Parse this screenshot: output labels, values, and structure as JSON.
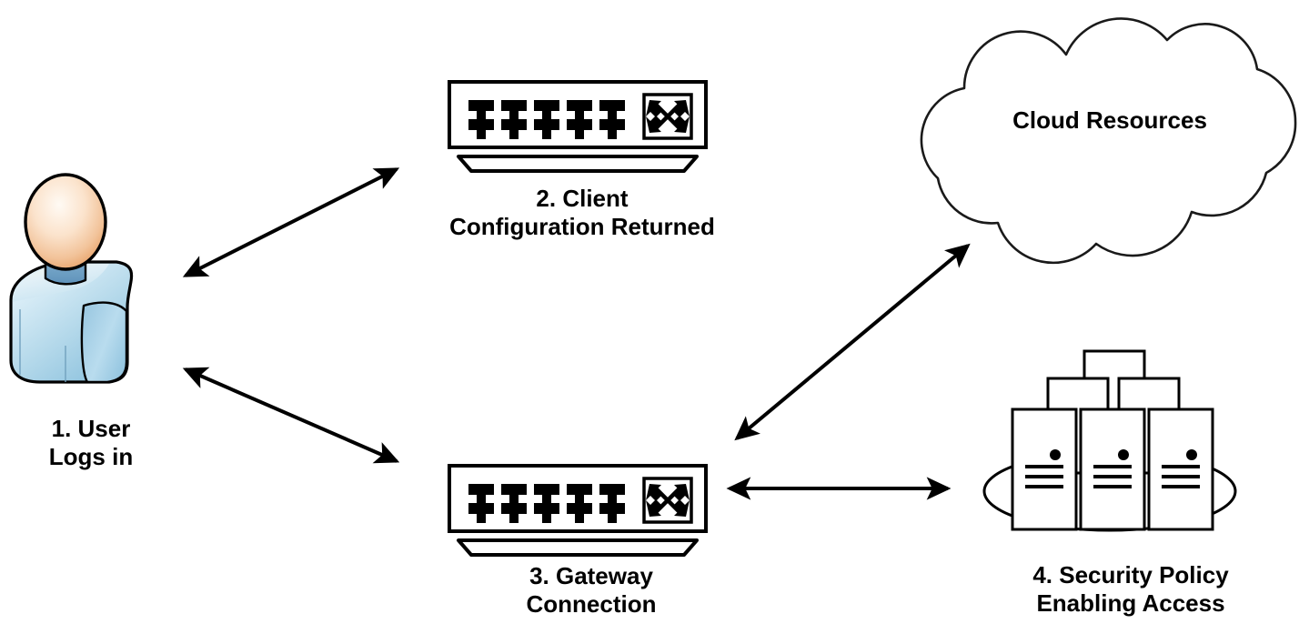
{
  "diagram": {
    "title": "Secure remote access flow diagram",
    "background_color": "#ffffff",
    "stroke_color": "#000000",
    "nodes": [
      {
        "id": "user",
        "icon": "user-person-icon",
        "label": "1. User\nLogs in",
        "label_line_1": "1. User",
        "label_line_2": "Logs in"
      },
      {
        "id": "client-switch",
        "icon": "network-switch-icon",
        "label": "2. Client\nConfiguration Returned",
        "label_line_1": "2. Client",
        "label_line_2": "Configuration Returned"
      },
      {
        "id": "gateway-switch",
        "icon": "network-switch-icon",
        "label": "3. Gateway\nConnection",
        "label_line_1": "3. Gateway",
        "label_line_2": "Connection"
      },
      {
        "id": "cloud",
        "icon": "cloud-icon",
        "label": "Cloud Resources"
      },
      {
        "id": "servers",
        "icon": "server-stack-icon",
        "label": "4. Security Policy\nEnabling Access",
        "label_line_1": "4. Security Policy",
        "label_line_2": "Enabling Access"
      }
    ],
    "connectors": [
      {
        "id": "user-to-client-switch",
        "from": "user",
        "to": "client-switch",
        "style": "double-headed-arrow"
      },
      {
        "id": "user-to-gateway-switch",
        "from": "user",
        "to": "gateway-switch",
        "style": "double-headed-arrow"
      },
      {
        "id": "gateway-switch-to-cloud",
        "from": "gateway-switch",
        "to": "cloud",
        "style": "double-headed-arrow"
      },
      {
        "id": "gateway-switch-to-servers",
        "from": "gateway-switch",
        "to": "servers",
        "style": "double-headed-arrow"
      }
    ],
    "colors": {
      "stroke": "#000000",
      "background": "#ffffff",
      "skin_light": "#fdf2e6",
      "skin_mid": "#f3c9a0",
      "skin_dark": "#e9a86f",
      "shirt_light": "#dceef7",
      "shirt_mid": "#aed4e8",
      "shirt_dark": "#7fb7d6",
      "collar": "#6d9fc4"
    },
    "switch_icon": {
      "port_rows": 2,
      "ports_per_row": 5,
      "total_ports": 10,
      "badge": "crossed-arrows-icon"
    },
    "server_icon": {
      "front_units": 3,
      "back_units": 3,
      "base": "ellipse"
    }
  }
}
